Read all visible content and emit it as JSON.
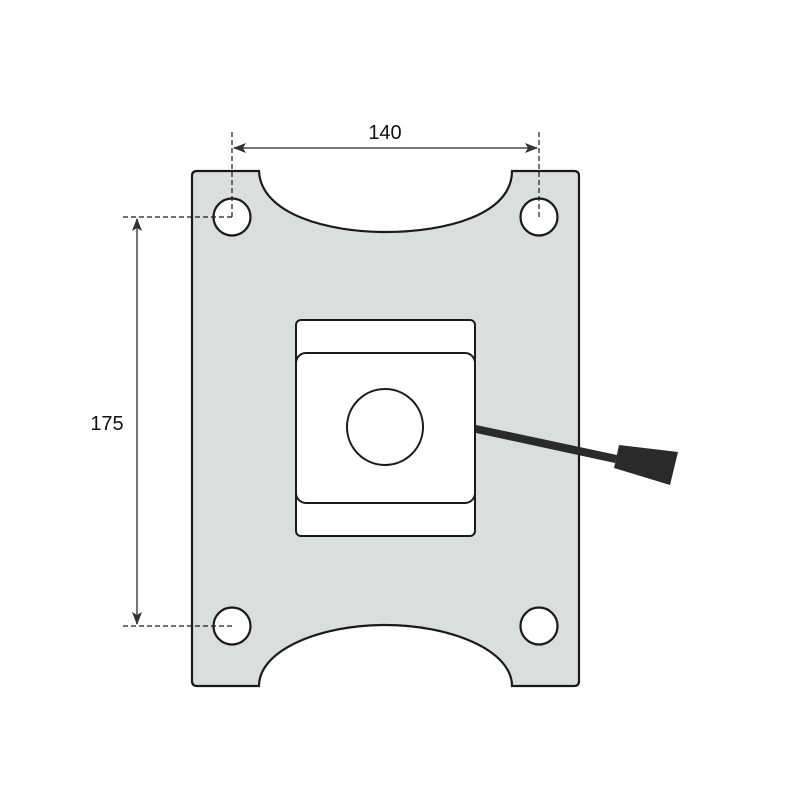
{
  "diagram": {
    "type": "technical-drawing",
    "subject": "chair tilt mechanism mounting plate",
    "dimensions": {
      "horizontal": {
        "label": "140",
        "description": "hole center-to-center width"
      },
      "vertical": {
        "label": "175",
        "description": "hole center-to-center height"
      }
    },
    "colors": {
      "plate_fill": "#dcdddd",
      "outline": "#1a1a1a",
      "dimension_line": "#777777",
      "lever": "#2a2a2a",
      "background": "#ffffff"
    },
    "components": [
      "mounting-plate",
      "mounting-hole-top-left",
      "mounting-hole-top-right",
      "mounting-hole-bottom-left",
      "mounting-hole-bottom-right",
      "center-block",
      "gas-lift-hole",
      "adjustment-lever"
    ]
  }
}
